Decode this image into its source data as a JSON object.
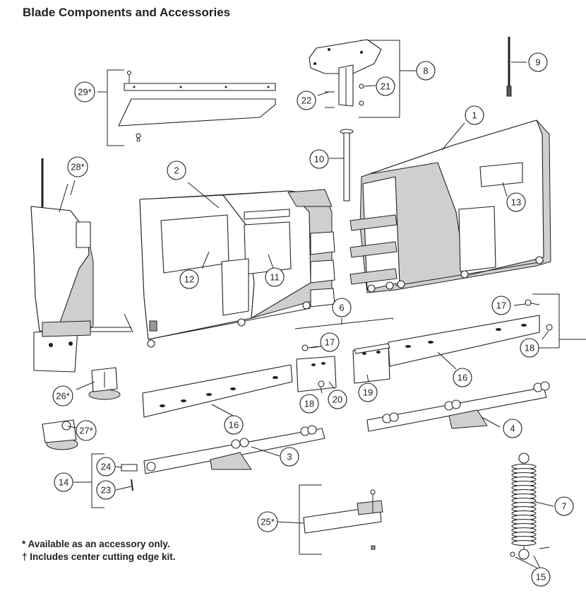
{
  "title": "Blade Components and Accessories",
  "notes": {
    "accessory": "* Available as an accessory only.",
    "dagger": "† Includes center cutting edge kit."
  },
  "callouts": [
    {
      "id": "c1",
      "text": "1"
    },
    {
      "id": "c2",
      "text": "2"
    },
    {
      "id": "c3",
      "text": "3"
    },
    {
      "id": "c4",
      "text": "4"
    },
    {
      "id": "c6",
      "text": "6"
    },
    {
      "id": "c7",
      "text": "7"
    },
    {
      "id": "c8",
      "text": "8"
    },
    {
      "id": "c9",
      "text": "9"
    },
    {
      "id": "c10",
      "text": "10"
    },
    {
      "id": "c11",
      "text": "11"
    },
    {
      "id": "c12",
      "text": "12"
    },
    {
      "id": "c13",
      "text": "13"
    },
    {
      "id": "c14",
      "text": "14"
    },
    {
      "id": "c15",
      "text": "15"
    },
    {
      "id": "c16a",
      "text": "16"
    },
    {
      "id": "c16b",
      "text": "16"
    },
    {
      "id": "c17a",
      "text": "17"
    },
    {
      "id": "c17b",
      "text": "17"
    },
    {
      "id": "c18a",
      "text": "18"
    },
    {
      "id": "c18b",
      "text": "18"
    },
    {
      "id": "c19",
      "text": "19"
    },
    {
      "id": "c20",
      "text": "20"
    },
    {
      "id": "c21",
      "text": "21"
    },
    {
      "id": "c22",
      "text": "22"
    },
    {
      "id": "c23",
      "text": "23"
    },
    {
      "id": "c24",
      "text": "24"
    },
    {
      "id": "c25",
      "text": "25*"
    },
    {
      "id": "c26",
      "text": "26*"
    },
    {
      "id": "c27",
      "text": "27*"
    },
    {
      "id": "c28",
      "text": "28*"
    },
    {
      "id": "c29",
      "text": "29*"
    }
  ]
}
